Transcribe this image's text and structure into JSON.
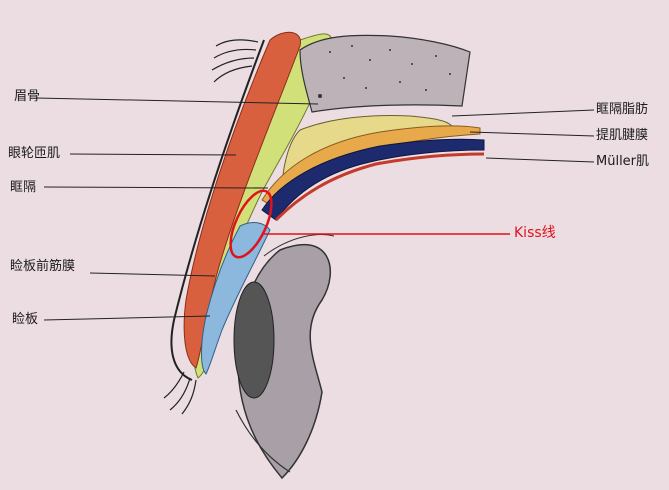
{
  "labels": {
    "brow_bone": "眉骨",
    "orbicularis": "眼轮匝肌",
    "septum": "眶隔",
    "pretarsal_fascia": "睑板前筋膜",
    "tarsus": "睑板",
    "orbital_fat": "眶隔脂肪",
    "levator_aponeurosis": "提肌腱膜",
    "muller": "Müller肌",
    "kiss_line": "Kiss线"
  },
  "colors": {
    "background": "#ecdde2",
    "orbicularis_red": "#d9603f",
    "septum_green": "#d2e07a",
    "levator_orange": "#e8a94b",
    "muller_navy": "#1d2a6e",
    "tarsus_blue": "#8cb8dd",
    "fat_yellow": "#e6d98a",
    "bone_gray": "#bdb2b8",
    "kiss_red": "#e0121b"
  }
}
